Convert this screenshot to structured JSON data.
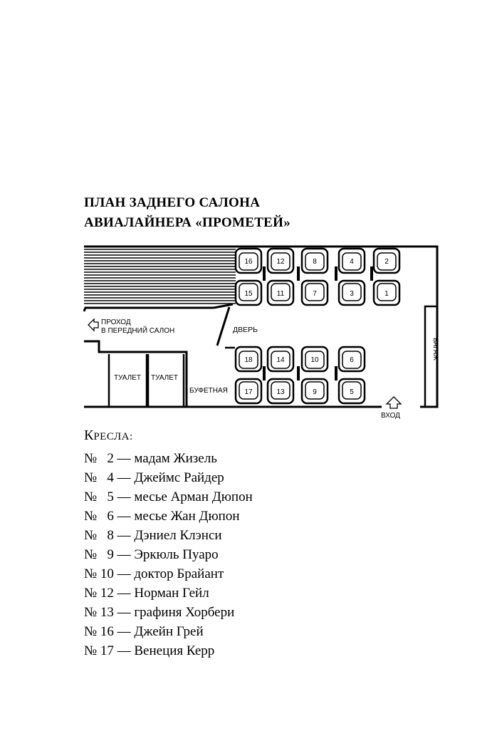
{
  "title": {
    "line1": "ПЛАН ЗАДНЕГО САЛОНА",
    "line2": "АВИАЛАЙНЕРА «ПРОМЕТЕЙ»"
  },
  "plan": {
    "labels": {
      "passage": "ПРОХОД\nВ ПЕРЕДНИЙ САЛОН",
      "door": "ДВЕРЬ",
      "toilet_1": "ТУАЛЕТ",
      "toilet_2": "ТУАЛЕТ",
      "buffet": "БУФЕТНАЯ",
      "baggage": "БАГАЖ",
      "entrance": "ВХОД"
    },
    "seats": {
      "top_window": [
        "16",
        "12",
        "8",
        "4",
        "2"
      ],
      "top_aisle": [
        "15",
        "11",
        "7",
        "3",
        "1"
      ],
      "bottom_aisle": [
        "18",
        "14",
        "10",
        "6"
      ],
      "bottom_window": [
        "17",
        "13",
        "9",
        "5"
      ]
    }
  },
  "legend": {
    "header_first": "К",
    "header_rest": "РЕСЛА:",
    "items": [
      "№   2 — мадам Жизель",
      "№   4 — Джеймс Райдер",
      "№   5 — месье Арман Дюпон",
      "№   6 — месье Жан Дюпон",
      "№   8 — Дэниел Клэнси",
      "№   9 — Эркюль Пуаро",
      "№ 10 — доктор Брайант",
      "№ 12 — Норман Гейл",
      "№ 13 — графиня Хорбери",
      "№ 16 — Джейн Грей",
      "№ 17 — Венеция Керр"
    ]
  }
}
